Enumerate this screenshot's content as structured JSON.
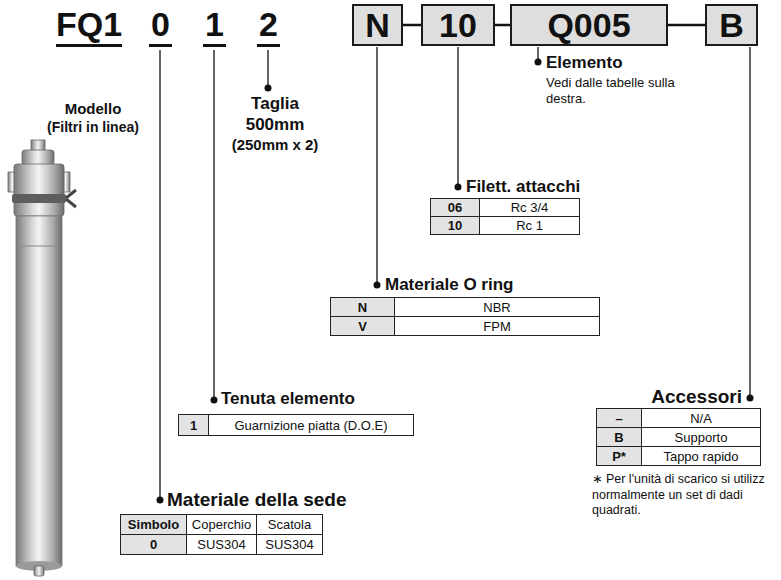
{
  "diagram": {
    "nodes": [
      {
        "text": [
          "N"
        ]
      },
      {
        "text": [
          "10"
        ]
      },
      {
        "text": [
          "Q005"
        ]
      },
      {
        "text": [
          "B"
        ]
      }
    ],
    "edges": [
      {
        "from": 0,
        "to": 1,
        "arrow": "none"
      },
      {
        "from": 1,
        "to": 2,
        "arrow": "none"
      },
      {
        "from": 2,
        "to": 3,
        "arrow": "none"
      }
    ],
    "labels": [
      "FQ1",
      "0",
      "1",
      "2",
      "Modello",
      "(Filtri in linea)",
      "Taglia",
      "500mm",
      "(250mm x 2)",
      "Elemento",
      "Vedi dalle tabelle sulla destra.",
      "Filett. attacchi",
      "06",
      "Rc 3/4",
      "10",
      "Rc 1",
      "Materiale O ring",
      "N",
      "NBR",
      "V",
      "FPM",
      "Tenuta elemento",
      "1",
      "Guarnizione piatta (D.O.E)",
      "Accessori",
      "–",
      "N/A",
      "B",
      "Supporto",
      "P*",
      "Tappo rapido",
      "∗ Per l'unità di scarico si utilizz normalmente un set di dadi quadrati.",
      "Materiale della sede",
      "Simbolo",
      "Coperchio",
      "Scatola",
      "0",
      "SUS304",
      "SUS304"
    ]
  }
}
